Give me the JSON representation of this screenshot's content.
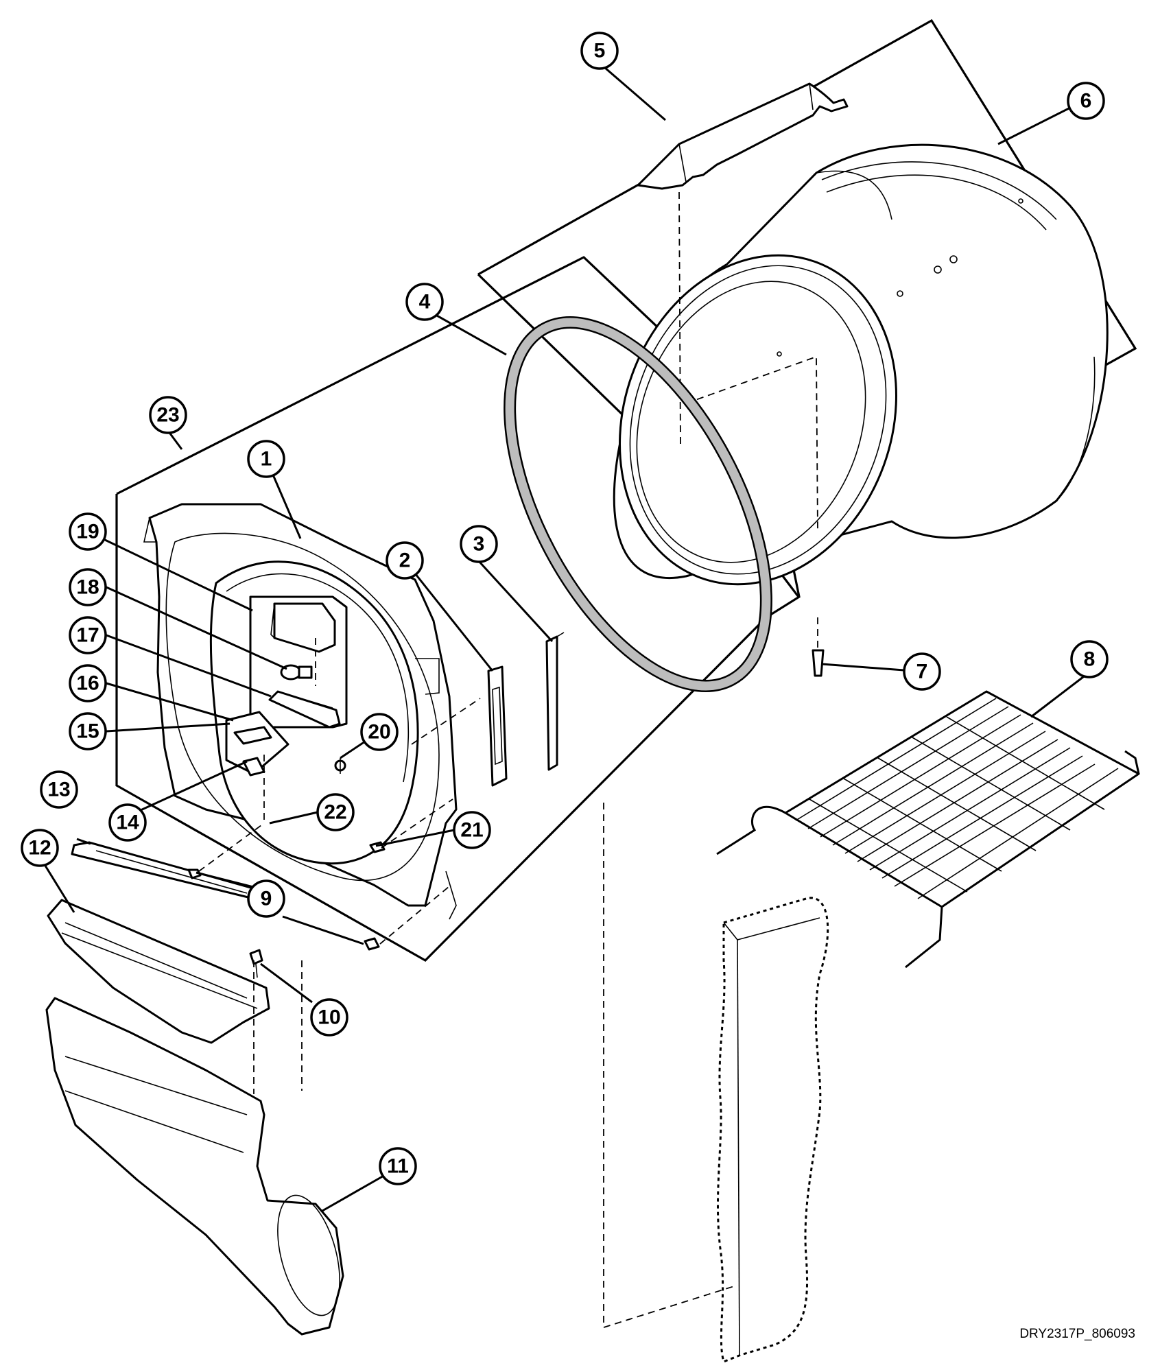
{
  "diagram": {
    "drawing_code": "DRY2317P_806093",
    "callouts": [
      {
        "id": "c1",
        "label": "1"
      },
      {
        "id": "c2",
        "label": "2"
      },
      {
        "id": "c3",
        "label": "3"
      },
      {
        "id": "c4",
        "label": "4"
      },
      {
        "id": "c5",
        "label": "5"
      },
      {
        "id": "c6",
        "label": "6"
      },
      {
        "id": "c7",
        "label": "7"
      },
      {
        "id": "c8",
        "label": "8"
      },
      {
        "id": "c9",
        "label": "9"
      },
      {
        "id": "c10",
        "label": "10"
      },
      {
        "id": "c11",
        "label": "11"
      },
      {
        "id": "c12",
        "label": "12"
      },
      {
        "id": "c13",
        "label": "13"
      },
      {
        "id": "c14",
        "label": "14"
      },
      {
        "id": "c15",
        "label": "15"
      },
      {
        "id": "c16",
        "label": "16"
      },
      {
        "id": "c17",
        "label": "17"
      },
      {
        "id": "c18",
        "label": "18"
      },
      {
        "id": "c19",
        "label": "19"
      },
      {
        "id": "c20",
        "label": "20"
      },
      {
        "id": "c21",
        "label": "21"
      },
      {
        "id": "c22",
        "label": "22"
      },
      {
        "id": "c23",
        "label": "23"
      }
    ]
  }
}
